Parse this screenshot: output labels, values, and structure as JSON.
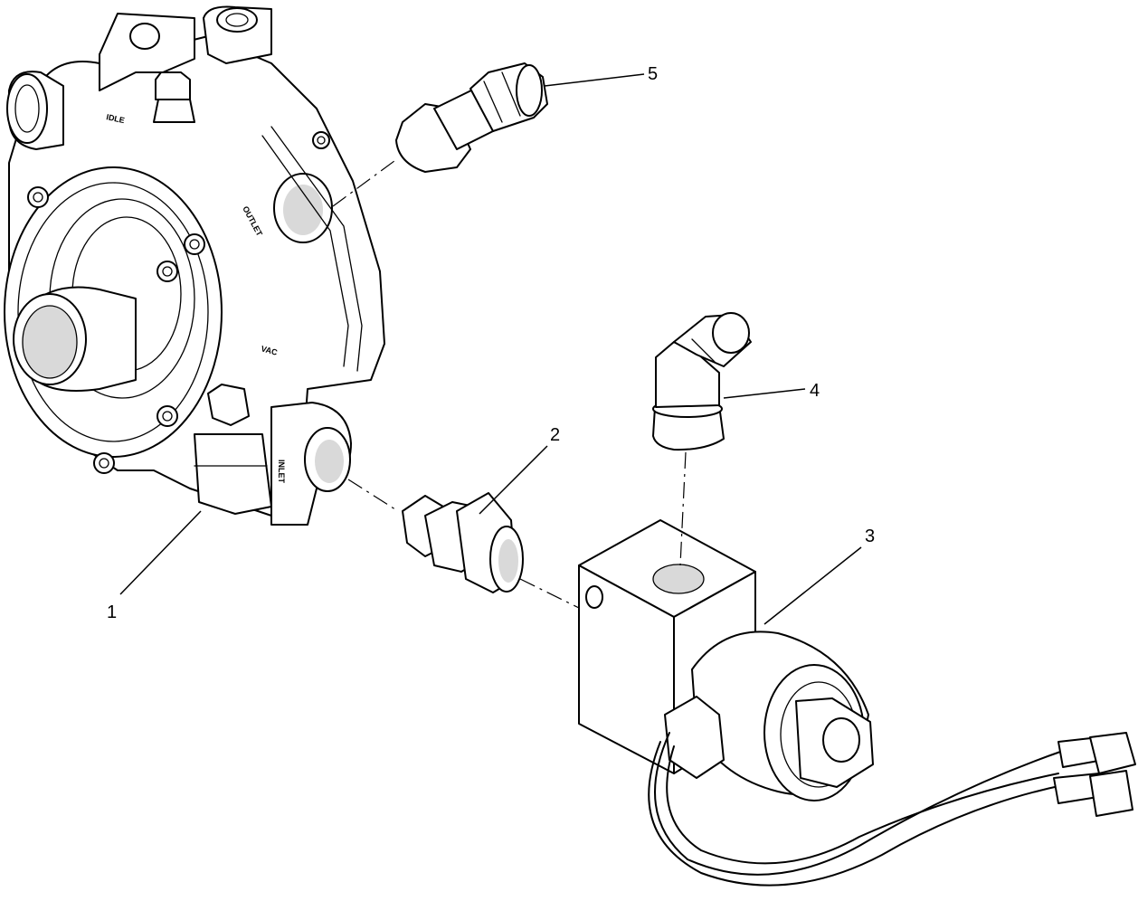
{
  "callouts": {
    "c1": "1",
    "c2": "2",
    "c3": "3",
    "c4": "4",
    "c5": "5"
  },
  "part_markings": {
    "idle": "IDLE",
    "outlet": "OUTLET",
    "vac": "VAC",
    "inlet": "INLET"
  }
}
